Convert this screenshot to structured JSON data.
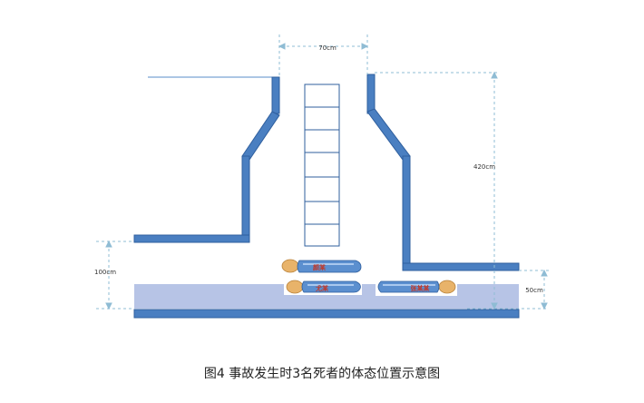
{
  "figure": {
    "caption": "图4 事故发生时3名死者的体态位置示意图",
    "dimensions": {
      "top_width": "70cm",
      "right_height": "420cm",
      "left_height": "100cm",
      "bottom_right_height": "50cm"
    },
    "victims": [
      {
        "label": "颜某"
      },
      {
        "label": "尤某"
      },
      {
        "label": "张某某"
      }
    ],
    "colors": {
      "wall": "#4a7fc1",
      "wall_edge": "#2f5f9e",
      "floor_fill": "#b7c4e6",
      "dim_line": "#8fbcd4",
      "ladder": "#2f5f9e",
      "skin": "#e8b36a"
    }
  }
}
